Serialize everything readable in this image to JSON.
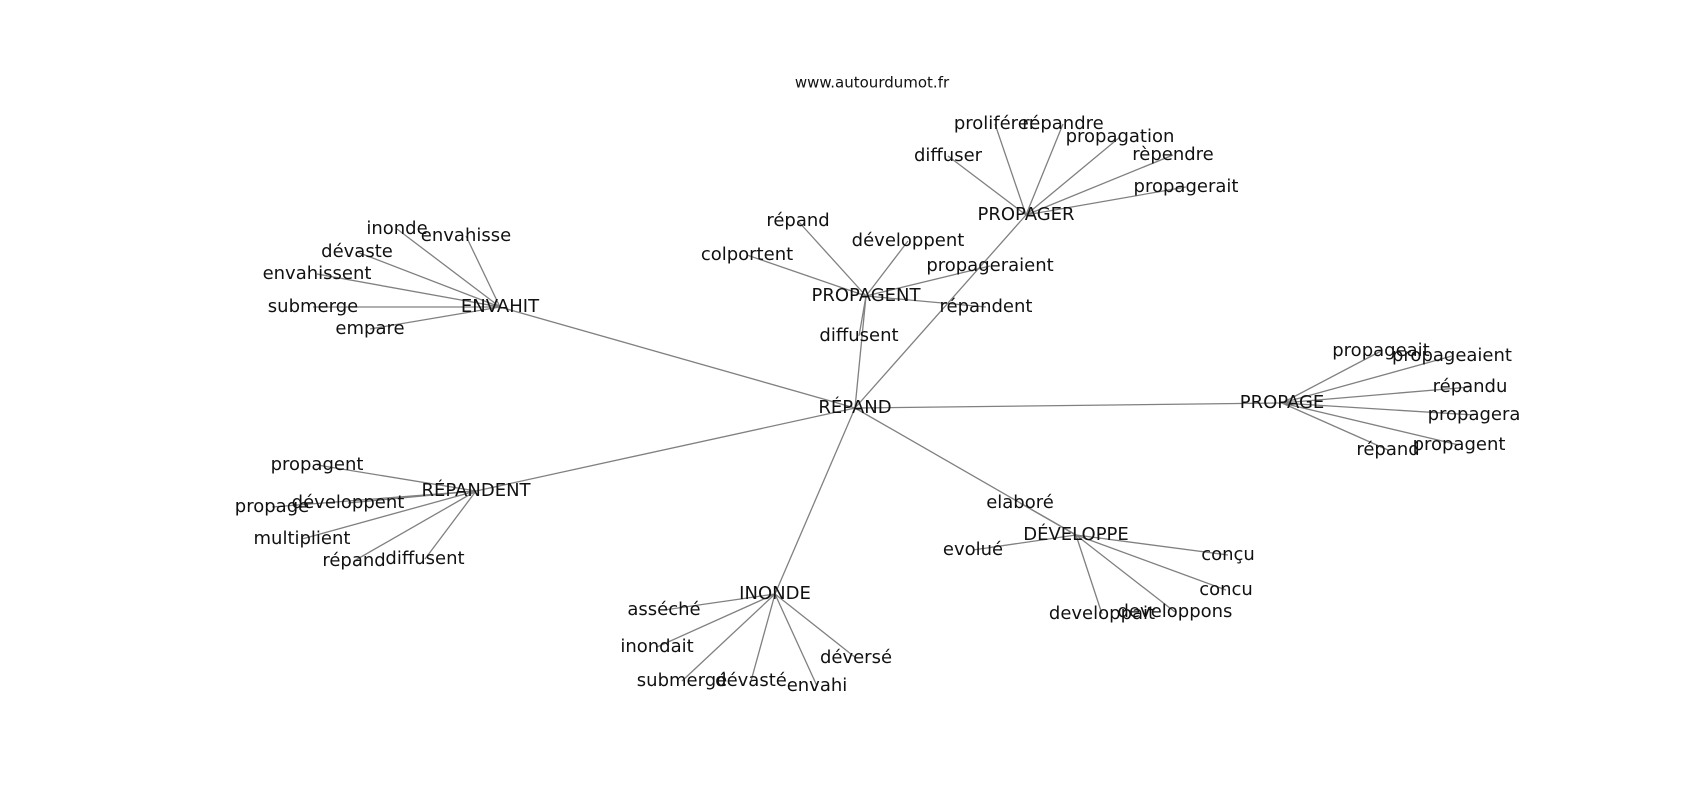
{
  "site": "www.autourdumot.fr",
  "center": "RÉPAND",
  "groups": [
    {
      "hub": "PROPAGER",
      "leaves": [
        "proliférer",
        "répandre",
        "propagation",
        "diffuser",
        "rèpendre",
        "propagerait"
      ]
    },
    {
      "hub": "ENVAHIT",
      "leaves": [
        "inonde",
        "envahisse",
        "dévaste",
        "envahissent",
        "submerge",
        "empare"
      ]
    },
    {
      "hub": "PROPAGENT",
      "leaves": [
        "répand",
        "développent",
        "colportent",
        "propageraient",
        "répandent",
        "diffusent"
      ]
    },
    {
      "hub": "PROPAGE",
      "leaves": [
        "propageait",
        "propageaient",
        "répandu",
        "propagera",
        "propagent",
        "répand"
      ]
    },
    {
      "hub": "RÉPANDENT",
      "leaves": [
        "propagent",
        "propage",
        "développent",
        "multiplient",
        "répand",
        "diffusent"
      ]
    },
    {
      "hub": "DÉVELOPPE",
      "leaves": [
        "elaboré",
        "evolué",
        "conçu",
        "concu",
        "developpait",
        "developpons"
      ]
    },
    {
      "hub": "INONDE",
      "leaves": [
        "asséché",
        "inondait",
        "submergé",
        "dévasté",
        "envahi",
        "déversé"
      ]
    }
  ]
}
